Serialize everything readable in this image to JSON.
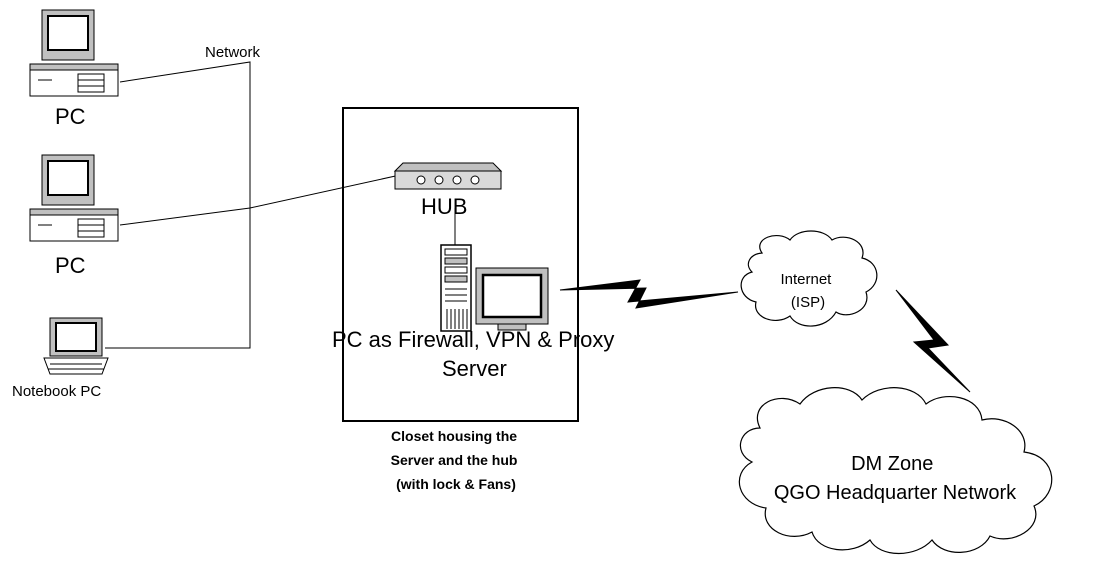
{
  "network_label": "Network",
  "pc_top_label": "PC",
  "pc_mid_label": "PC",
  "notebook_label": "Notebook PC",
  "hub_label": "HUB",
  "server_label_line1": "PC as Firewall, VPN & Proxy",
  "server_label_line2": "Server",
  "closet_label_lines": [
    "Closet housing the",
    "Server and the hub",
    "(with lock & Fans)"
  ],
  "internet_label_lines": [
    "Internet",
    "(ISP)"
  ],
  "dmzone_label_lines": [
    "DM Zone",
    "QGO Headquarter Network"
  ],
  "icons": [
    "desktop-pc-icon",
    "desktop-pc-icon",
    "notebook-pc-icon",
    "hub-icon",
    "server-tower-icon",
    "monitor-icon",
    "cloud-icon",
    "cloud-icon",
    "lightning-link-icon",
    "lightning-link-icon"
  ]
}
